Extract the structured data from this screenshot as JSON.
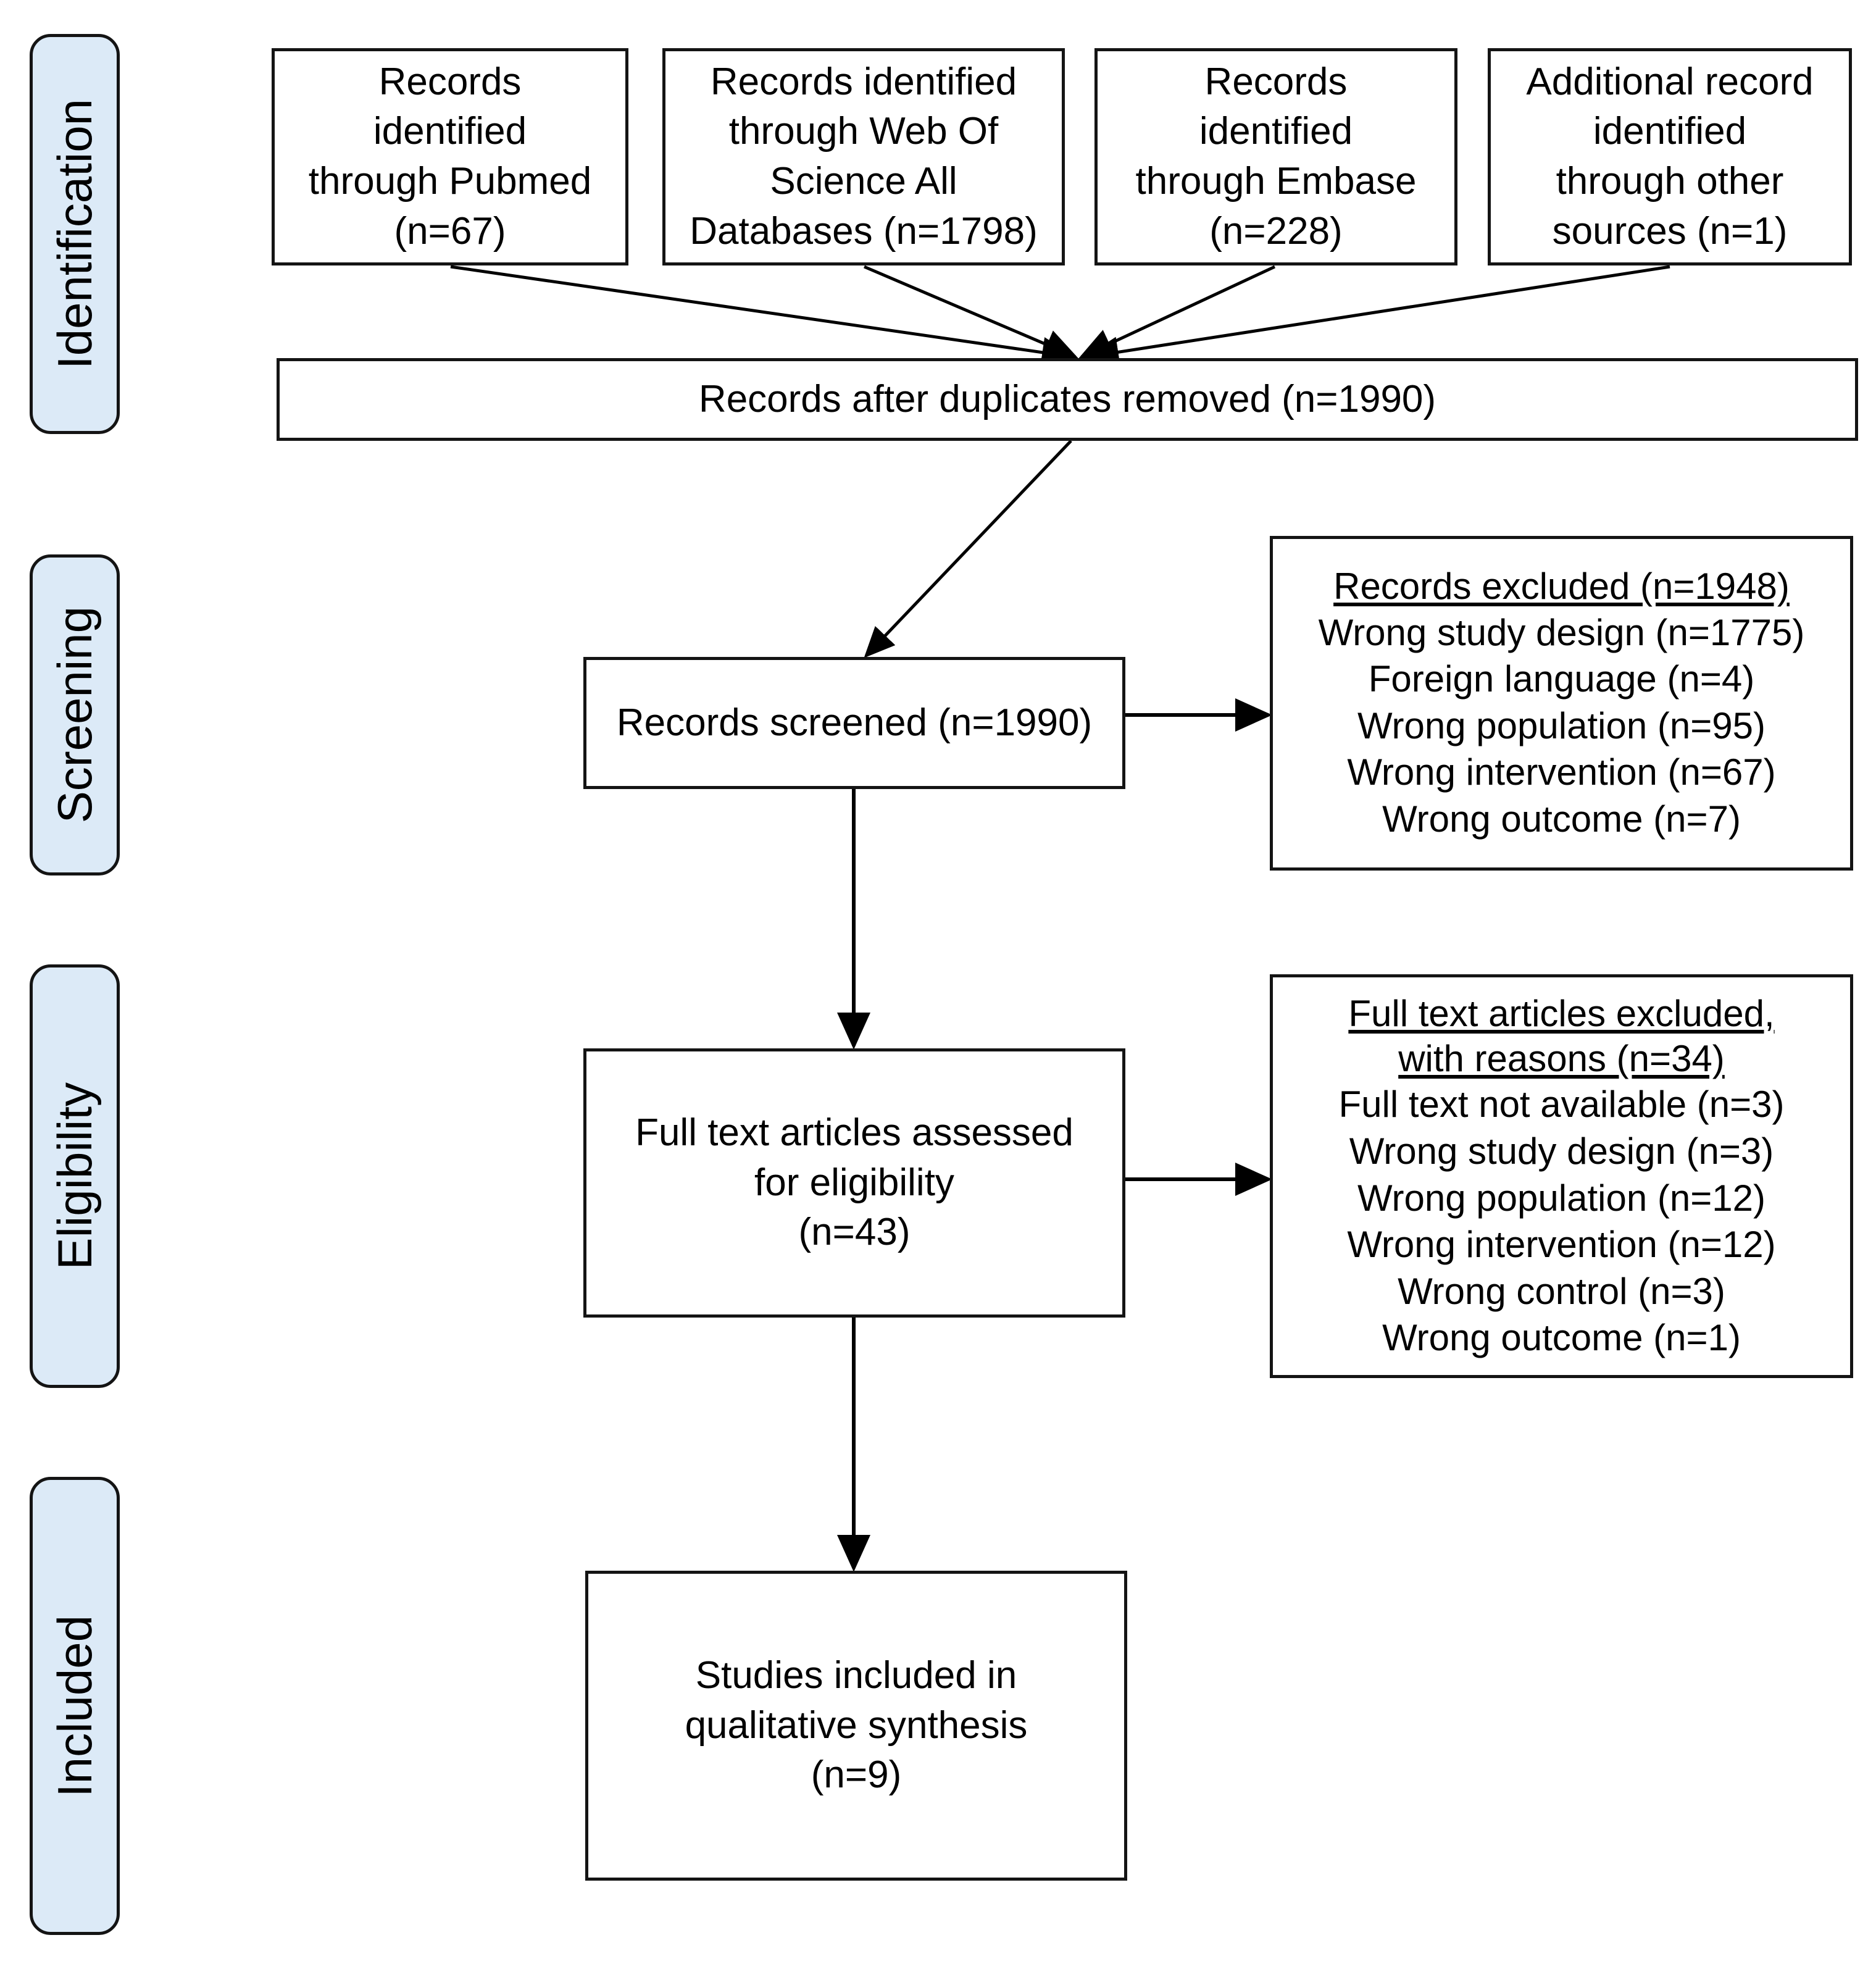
{
  "diagram": {
    "type": "prisma-flow-diagram",
    "title": "PRISMA flow diagram",
    "colors": {
      "stage_label_fill": "#dceaf7",
      "border": "#141414",
      "background": "#ffffff",
      "text": "#000000"
    }
  },
  "stages": [
    {
      "label": "Identification"
    },
    {
      "label": "Screening"
    },
    {
      "label": "Eligibility"
    },
    {
      "label": "Included"
    }
  ],
  "identification": {
    "sources": [
      {
        "text": "Records\nidentified\nthrough Pubmed\n(n=67)",
        "n": 67,
        "source": "Pubmed"
      },
      {
        "text": "Records identified\nthrough Web Of\nScience All\nDatabases (n=1798)",
        "n": 1798,
        "source": "Web Of Science All Databases"
      },
      {
        "text": "Records\nidentified\nthrough Embase\n(n=228)",
        "n": 228,
        "source": "Embase"
      },
      {
        "text": "Additional record\nidentified\nthrough other\nsources (n=1)",
        "n": 1,
        "source": "other sources"
      }
    ],
    "duplicates_removed": {
      "text": "Records after duplicates removed (n=1990)",
      "n": 1990
    }
  },
  "screening": {
    "screened": {
      "text": "Records screened (n=1990)",
      "n": 1990
    },
    "excluded": {
      "title": "Records excluded (n=1948)",
      "n": 1948,
      "reasons": [
        {
          "text": "Wrong study design (n=1775)",
          "reason": "Wrong study design",
          "n": 1775
        },
        {
          "text": "Foreign language (n=4)",
          "reason": "Foreign language",
          "n": 4
        },
        {
          "text": "Wrong population (n=95)",
          "reason": "Wrong population",
          "n": 95
        },
        {
          "text": "Wrong intervention (n=67)",
          "reason": "Wrong intervention",
          "n": 67
        },
        {
          "text": "Wrong outcome (n=7)",
          "reason": "Wrong outcome",
          "n": 7
        }
      ]
    }
  },
  "eligibility": {
    "assessed": {
      "text": "Full text articles assessed\nfor eligibility\n(n=43)",
      "n": 43
    },
    "excluded": {
      "title": "Full text articles excluded,\nwith reasons (n=34)",
      "n": 34,
      "reasons": [
        {
          "text": "Full text not available (n=3)",
          "reason": "Full text not available",
          "n": 3
        },
        {
          "text": "Wrong study design (n=3)",
          "reason": "Wrong study design",
          "n": 3
        },
        {
          "text": "Wrong population (n=12)",
          "reason": "Wrong population",
          "n": 12
        },
        {
          "text": "Wrong intervention (n=12)",
          "reason": "Wrong intervention",
          "n": 12
        },
        {
          "text": "Wrong control (n=3)",
          "reason": "Wrong control",
          "n": 3
        },
        {
          "text": "Wrong outcome (n=1)",
          "reason": "Wrong outcome",
          "n": 1
        }
      ]
    }
  },
  "included": {
    "synthesis": {
      "text": "Studies included in\nqualitative synthesis\n(n=9)",
      "n": 9
    }
  }
}
